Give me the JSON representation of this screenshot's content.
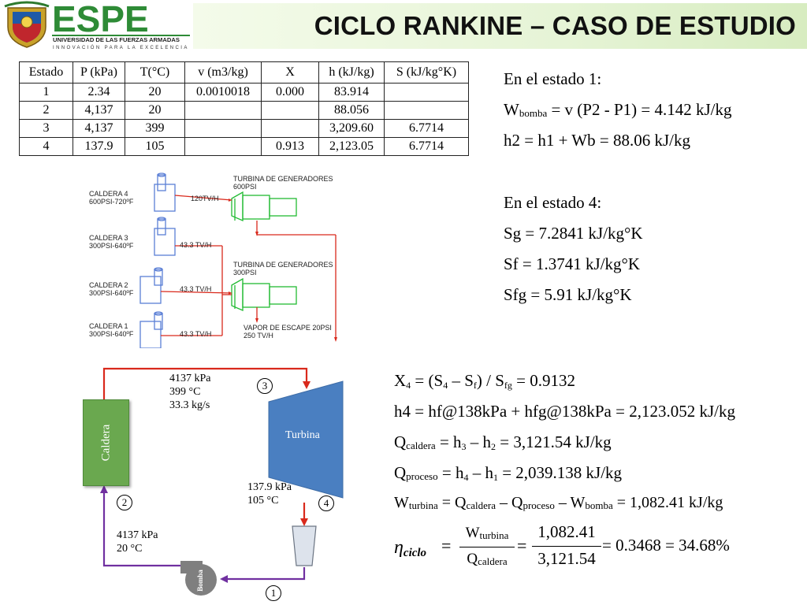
{
  "header": {
    "logo_text": "ESPE",
    "logo_subtitle": "UNIVERSIDAD DE LAS FUERZAS ARMADAS",
    "logo_motto": "INNOVACIÓN PARA LA EXCELENCIA",
    "title": "CICLO RANKINE – CASO DE ESTUDIO"
  },
  "table": {
    "headers": [
      "Estado",
      "P (kPa)",
      "T(°C)",
      "v (m3/kg)",
      "X",
      "h (kJ/kg)",
      "S (kJ/kg°K)"
    ],
    "rows": [
      [
        "1",
        "2.34",
        "20",
        "0.0010018",
        "0.000",
        "83.914",
        ""
      ],
      [
        "2",
        "4,137",
        "20",
        "",
        "",
        "88.056",
        ""
      ],
      [
        "3",
        "4,137",
        "399",
        "",
        "",
        "3,209.60",
        "6.7714"
      ],
      [
        "4",
        "137.9",
        "105",
        "",
        "0.913",
        "2,123.05",
        "6.7714"
      ]
    ]
  },
  "state1": {
    "heading": "En el estado 1:",
    "w_main": "W",
    "w_sub": "bomba",
    "w_rest": " = v (P2 - P1) = 4.142 kJ/kg",
    "h2": "h2 = h1 + Wb = 88.06  kJ/kg"
  },
  "state4": {
    "heading": "En el estado 4:",
    "sg": "Sg = 7.2841 kJ/kg°K",
    "sf": "Sf = 1.3741 kJ/kg°K",
    "sfg": "Sfg = 5.91 kJ/kg°K"
  },
  "plant": {
    "c4_name": "CALDERA 4",
    "c4_spec": "600PSI-720ºF",
    "c3_name": "CALDERA 3",
    "c3_spec": "300PSI-640ºF",
    "c2_name": "CALDERA 2",
    "c2_spec": "300PSI-640ºF",
    "c1_name": "CALDERA 1",
    "c1_spec": "300PSI-640ºF",
    "flow_c4": "120TV/H",
    "flow_c3": "43.3 TV/H",
    "flow_c2": "43.3 TV/H",
    "flow_c1": "43.3 TV/H",
    "turb1_name": "TURBINA DE GENERADORES",
    "turb1_spec": "600PSI",
    "turb2_name": "TURBINA DE GENERADORES",
    "turb2_spec": "300PSI",
    "exhaust_name": "VAPOR DE ESCAPE 20PSI",
    "exhaust_flow": "250 TV/H"
  },
  "cycle": {
    "caldera": "Caldera",
    "turbina": "Turbina",
    "bomba": "Bomba",
    "s3_p": "4137 kPa",
    "s3_t": "399 °C",
    "s3_m": "33.3 kg/s",
    "s4_p": "137.9 kPa",
    "s4_t": "105 °C",
    "s2_p": "4137 kPa",
    "s2_t": "20 °C",
    "n1": "1",
    "n2": "2",
    "n3": "3",
    "n4": "4"
  },
  "results": {
    "x4_a": "X",
    "x4_a_sub": "4",
    "x4_b": " = (S",
    "x4_b_sub": "4",
    "x4_c": " – S",
    "x4_c_sub": "f",
    "x4_d": ") / S",
    "x4_d_sub": "fg",
    "x4_e": " = 0.9132",
    "h4": "h4 = hf@138kPa + hfg@138kPa = 2,123.052 kJ/kg",
    "qc_a": "Q",
    "qc_sub": "caldera",
    "qc_b": " = h",
    "qc_sub3": "3",
    "qc_c": " – h",
    "qc_sub2": "2",
    "qc_d": " = 3,121.54 kJ/kg",
    "qp_a": "Q",
    "qp_sub": "proceso",
    "qp_b": " = h",
    "qp_sub4": "4",
    "qp_c": " – h",
    "qp_sub1": "1",
    "qp_d": " = 2,039.138 kJ/kg",
    "wt_a": "W",
    "wt_sub": "turbina",
    "wt_b": " = Q",
    "wt_sub2": "caldera",
    "wt_c": " – Q",
    "wt_sub3": "proceso",
    "wt_d": " – W",
    "wt_sub4": "bomba",
    "wt_e": " = 1,082.41 kJ/kg",
    "eta_sym": "η",
    "eta_sub": "ciclo",
    "frac1_num": "W",
    "frac1_num_sub": "turbina",
    "frac1_den": "Q",
    "frac1_den_sub": "caldera",
    "frac2_num": "1,082.41",
    "frac2_den": "3,121.54",
    "eta_result": "= 0.3468 = 34.68%"
  },
  "colors": {
    "espe_green": "#2e8b36",
    "steam_red": "#d9291c",
    "water_purple": "#7030a0",
    "turbine_blue": "#4a7fc1",
    "caldera_green": "#6aa84f",
    "plant_blue": "#5b7fd6",
    "plant_green": "#22bb33"
  }
}
